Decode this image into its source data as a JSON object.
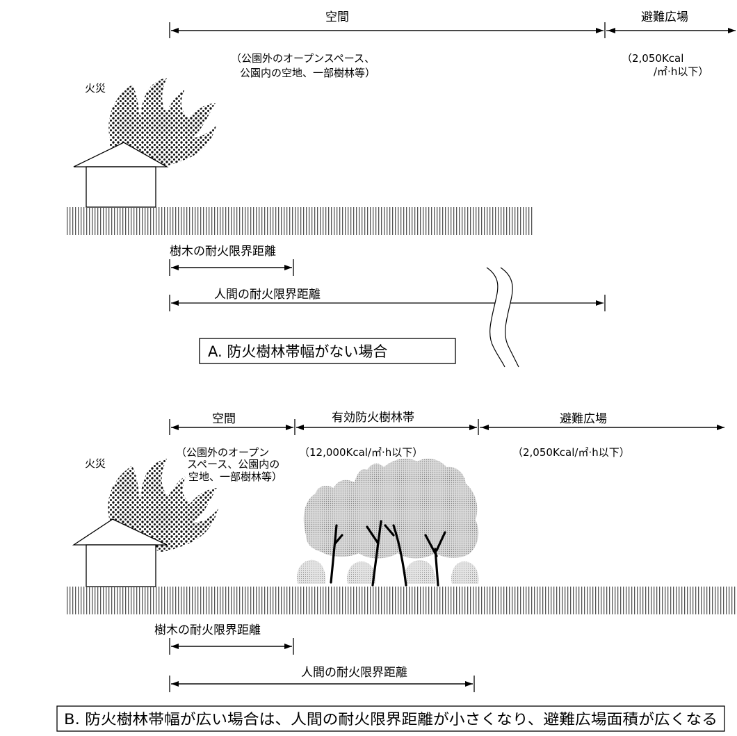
{
  "diagram_a": {
    "caption": "A. 防火樹林帯幅がない場合",
    "fire_label": "火災",
    "space_label": "空間",
    "space_note_line1": "（公園外のオープンスペース、",
    "space_note_line2": "公園内の空地、一部樹林等）",
    "refuge_label": "避難広場",
    "refuge_note_line1": "（2,050Kcal",
    "refuge_note_line2": "/㎡·h以下）",
    "tree_limit_label": "樹木の耐火限界距離",
    "human_limit_label": "人間の耐火限界距離"
  },
  "diagram_b": {
    "caption": "B. 防火樹林帯幅が広い場合は、人間の耐火限界距離が小さくなり、避難広場面積が広くなる",
    "fire_label": "火災",
    "space_label": "空間",
    "space_note_line1": "（公園外のオープン",
    "space_note_line2": "スペース、公園内の",
    "space_note_line3": "空地、一部樹林等）",
    "forest_label": "有効防火樹林帯",
    "forest_note": "（12,000Kcal/㎡·h以下）",
    "refuge_label": "避難広場",
    "refuge_note": "（2,050Kcal/㎡·h以下）",
    "tree_limit_label": "樹木の耐火限界距離",
    "human_limit_label": "人間の耐火限界距離"
  }
}
